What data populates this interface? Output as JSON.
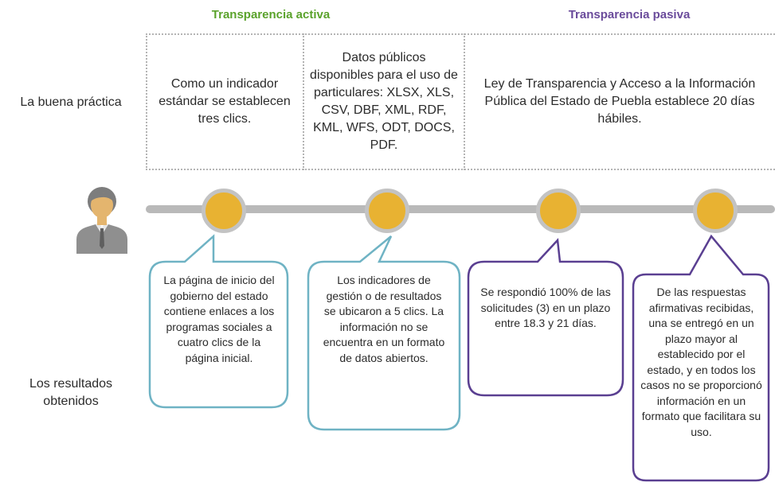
{
  "headers": {
    "active": "Transparencia activa",
    "passive": "Transparencia pasiva"
  },
  "row_labels": {
    "practice": "La buena práctica",
    "results_line1": "Los resultados",
    "results_line2": "obtenidos"
  },
  "practice": {
    "indicator": "Como un indicador estándar se establecen tres clics.",
    "formats": "Datos públicos disponibles para el uso de particulares: XLSX, XLS, CSV, DBF, XML, RDF, KML, WFS, ODT, DOCS, PDF.",
    "law": "Ley de Transparencia y Acceso a la Información Pública del Estado de Puebla establece 20 días hábiles."
  },
  "results": [
    "La página de inicio del gobierno del estado contiene enlaces a los programas sociales a cuatro clics de la página inicial.",
    "Los indicadores de gestión o de resultados se ubicaron a 5 clics. La información no se encuentra en un formato de datos abiertos.",
    "Se respondió 100% de las solicitudes (3) en un plazo entre 18.3 y 21 días.",
    "De las respuestas afirmativas recibidas, una se entregó en un plazo mayor al establecido por el estado, y en todos los casos no se proporcionó información en un formato que facilitara su uso."
  ],
  "colors": {
    "active_header": "#5aa22b",
    "passive_header": "#6a4b9b",
    "active_callout_border": "#6fb3c4",
    "passive_callout_border": "#5a3f91",
    "node_fill": "#e8b232",
    "node_ring": "#c3c3c3",
    "timeline": "#b9b9b9"
  },
  "icons": {
    "person": "businessman-icon"
  }
}
